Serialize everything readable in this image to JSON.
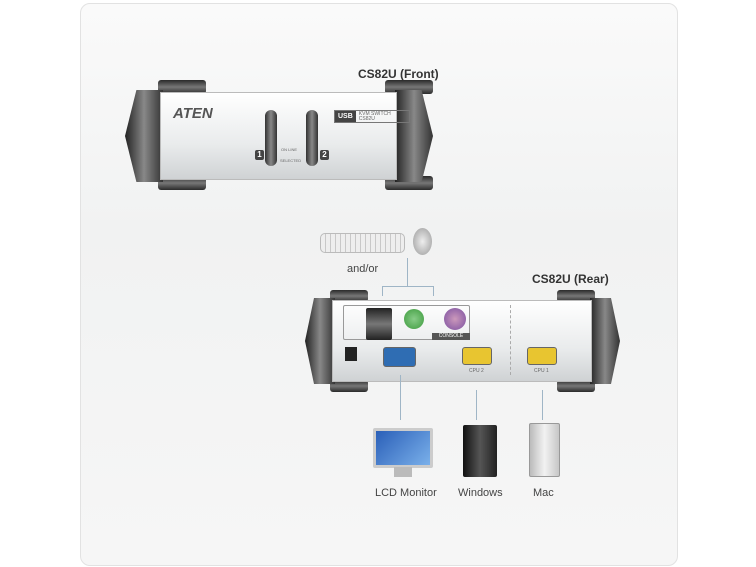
{
  "front": {
    "title": "CS82U (Front)",
    "brand": "ATEN",
    "usb": "USB",
    "kvm": "KVM SWITCH",
    "model": "CS82U",
    "online": "ON LINE",
    "selected": "SELECTED",
    "port1": "1",
    "port2": "2"
  },
  "middle": {
    "andor": "and/or"
  },
  "rear": {
    "title": "CS82U (Rear)",
    "console": "CONSOLE",
    "cpu2": "CPU 2",
    "cpu1": "CPU 1"
  },
  "devices": {
    "monitor": "LCD Monitor",
    "windows": "Windows",
    "mac": "Mac"
  },
  "colors": {
    "ps2_keyboard": "#7a4fa0",
    "ps2_mouse": "#3c9a3c",
    "vga_console": "#2f6db3",
    "vga_cpu": "#e8c530"
  }
}
